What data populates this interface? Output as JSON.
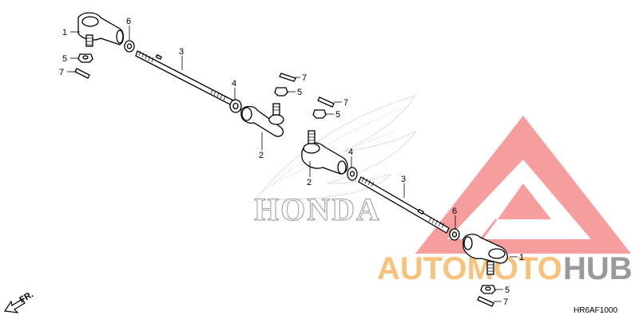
{
  "diagram": {
    "code": "HR6AF1000",
    "direction_label": "FR.",
    "callouts": [
      {
        "id": "c1a",
        "text": "1"
      },
      {
        "id": "c6a",
        "text": "6"
      },
      {
        "id": "c5a",
        "text": "5"
      },
      {
        "id": "c7a",
        "text": "7"
      },
      {
        "id": "c3a",
        "text": "3"
      },
      {
        "id": "c4a",
        "text": "4"
      },
      {
        "id": "c2a",
        "text": "2"
      },
      {
        "id": "c7b",
        "text": "7"
      },
      {
        "id": "c5b",
        "text": "5"
      },
      {
        "id": "c7c",
        "text": "7"
      },
      {
        "id": "c5c",
        "text": "5"
      },
      {
        "id": "c2b",
        "text": "2"
      },
      {
        "id": "c4b",
        "text": "4"
      },
      {
        "id": "c3b",
        "text": "3"
      },
      {
        "id": "c6b",
        "text": "6"
      },
      {
        "id": "c1b",
        "text": "1"
      },
      {
        "id": "c5d",
        "text": "5"
      },
      {
        "id": "c7d",
        "text": "7"
      }
    ]
  },
  "watermarks": {
    "brand_auto": "AUTOMOTO",
    "brand_hub": "HUB",
    "honda": "HONDA",
    "colors": {
      "triangle": "#ee3b3b",
      "auto": "#f7b24a",
      "hub": "#8c8c8c"
    }
  }
}
